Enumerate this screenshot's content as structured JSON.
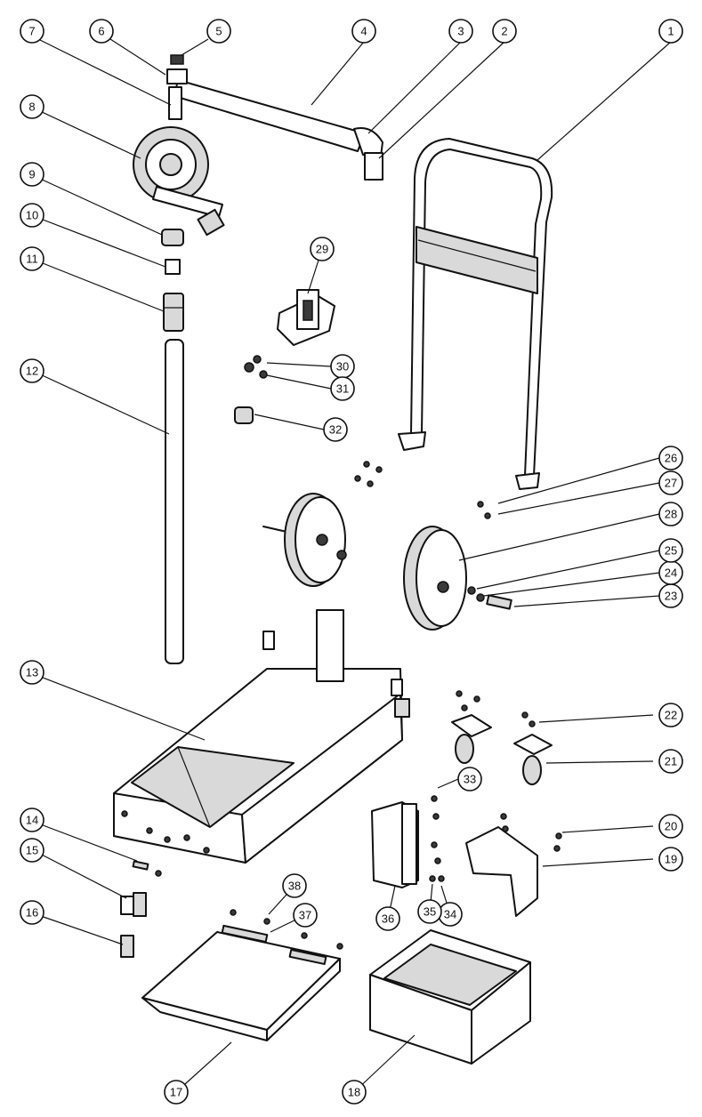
{
  "callouts": [
    {
      "label": "1"
    },
    {
      "label": "2"
    },
    {
      "label": "3"
    },
    {
      "label": "4"
    },
    {
      "label": "5"
    },
    {
      "label": "6"
    },
    {
      "label": "7"
    },
    {
      "label": "8"
    },
    {
      "label": "9"
    },
    {
      "label": "10"
    },
    {
      "label": "11"
    },
    {
      "label": "12"
    },
    {
      "label": "13"
    },
    {
      "label": "14"
    },
    {
      "label": "15"
    },
    {
      "label": "16"
    },
    {
      "label": "17"
    },
    {
      "label": "18"
    },
    {
      "label": "19"
    },
    {
      "label": "20"
    },
    {
      "label": "21"
    },
    {
      "label": "22"
    },
    {
      "label": "23"
    },
    {
      "label": "24"
    },
    {
      "label": "25"
    },
    {
      "label": "26"
    },
    {
      "label": "27"
    },
    {
      "label": "28"
    },
    {
      "label": "29"
    },
    {
      "label": "30"
    },
    {
      "label": "31"
    },
    {
      "label": "32"
    },
    {
      "label": "33"
    },
    {
      "label": "34"
    },
    {
      "label": "35"
    },
    {
      "label": "36"
    },
    {
      "label": "37"
    },
    {
      "label": "38"
    }
  ]
}
